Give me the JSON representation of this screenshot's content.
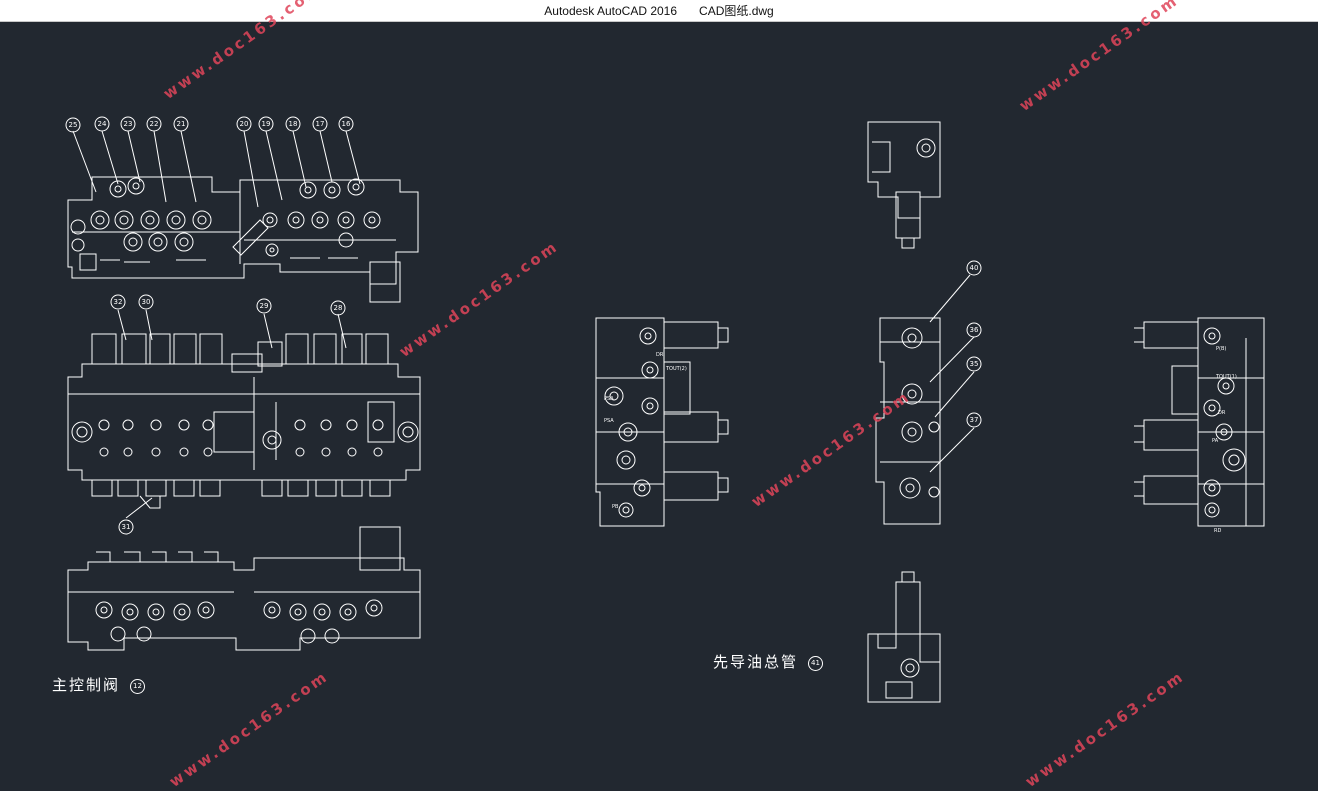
{
  "window": {
    "app_title": "Autodesk AutoCAD 2016",
    "file_name": "CAD图纸.dwg"
  },
  "drawing": {
    "left_caption": "主控制阀",
    "left_caption_num": "12",
    "right_caption": "先导油总管",
    "right_caption_num": "41",
    "callouts_top": [
      "25",
      "24",
      "23",
      "22",
      "21",
      "20",
      "19",
      "18",
      "17",
      "16"
    ],
    "callouts_mid": [
      "32",
      "30",
      "29",
      "28"
    ],
    "callout_bottom": "31",
    "callouts_pilot": [
      "40",
      "36",
      "35",
      "37"
    ],
    "port_labels": [
      "TOUT(1)",
      "TOUT(2)",
      "PSA",
      "PSA",
      "PA",
      "PB",
      "DR",
      "DR",
      "P(B)",
      "RD"
    ]
  },
  "watermark": {
    "text": "www.doc163.com"
  },
  "colors": {
    "background": "#222830",
    "line": "#ffffff",
    "watermark": "#e0455a",
    "titlebar": "#ffffff"
  }
}
